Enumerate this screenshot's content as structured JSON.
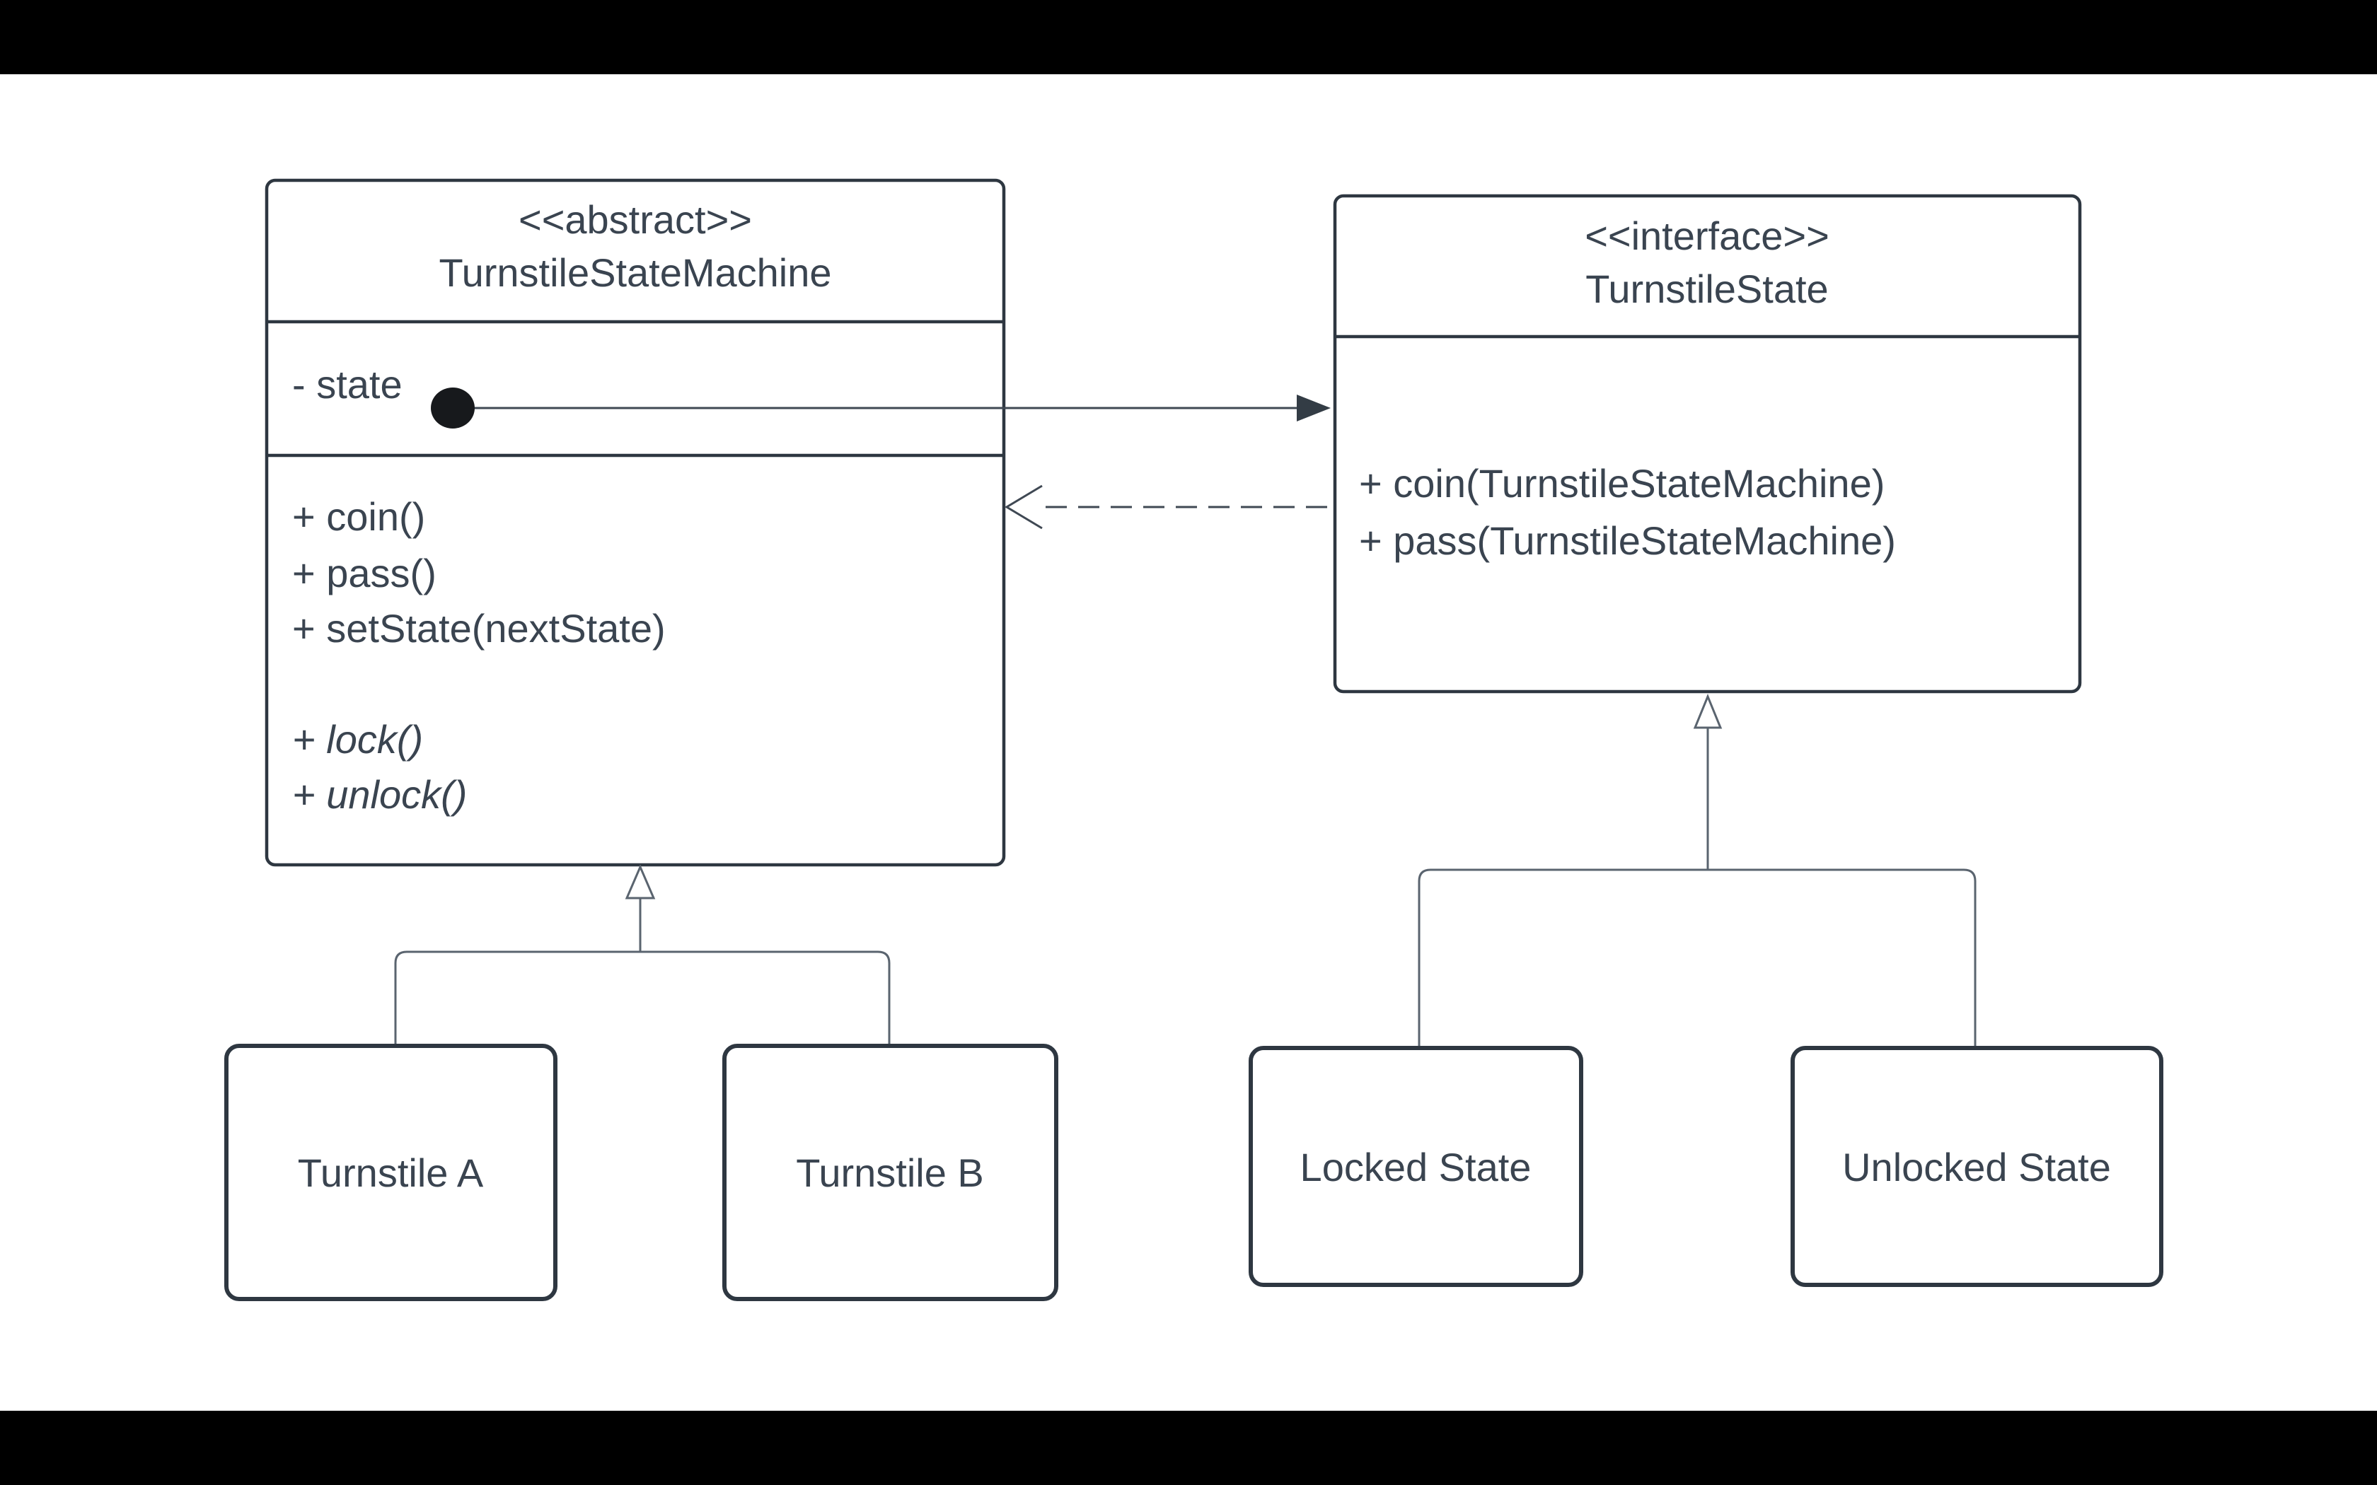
{
  "diagram": {
    "abstract_class": {
      "stereotype": "<<abstract>>",
      "name": "TurnstileStateMachine",
      "attributes": [
        "- state"
      ],
      "methods": [
        "+ coin()",
        "+ pass()",
        "+ setState(nextState)"
      ],
      "abstract_methods": [
        "+ lock()",
        "+ unlock()"
      ]
    },
    "interface": {
      "stereotype": "<<interface>>",
      "name": "TurnstileState",
      "methods": [
        "+ coin(TurnstileStateMachine)",
        "+ pass(TurnstileStateMachine)"
      ]
    },
    "subclasses": [
      {
        "label": "Turnstile A"
      },
      {
        "label": "Turnstile B"
      }
    ],
    "implementations": [
      {
        "label": "Locked State"
      },
      {
        "label": "Unlocked State"
      }
    ],
    "colors": {
      "letterbox": "#000000",
      "canvas": "#ffffff",
      "box_stroke": "#2e3741",
      "text": "#3a4450",
      "connector": "#5a646f",
      "arrow": "#3f4853",
      "association_circle": "#17191c"
    }
  }
}
